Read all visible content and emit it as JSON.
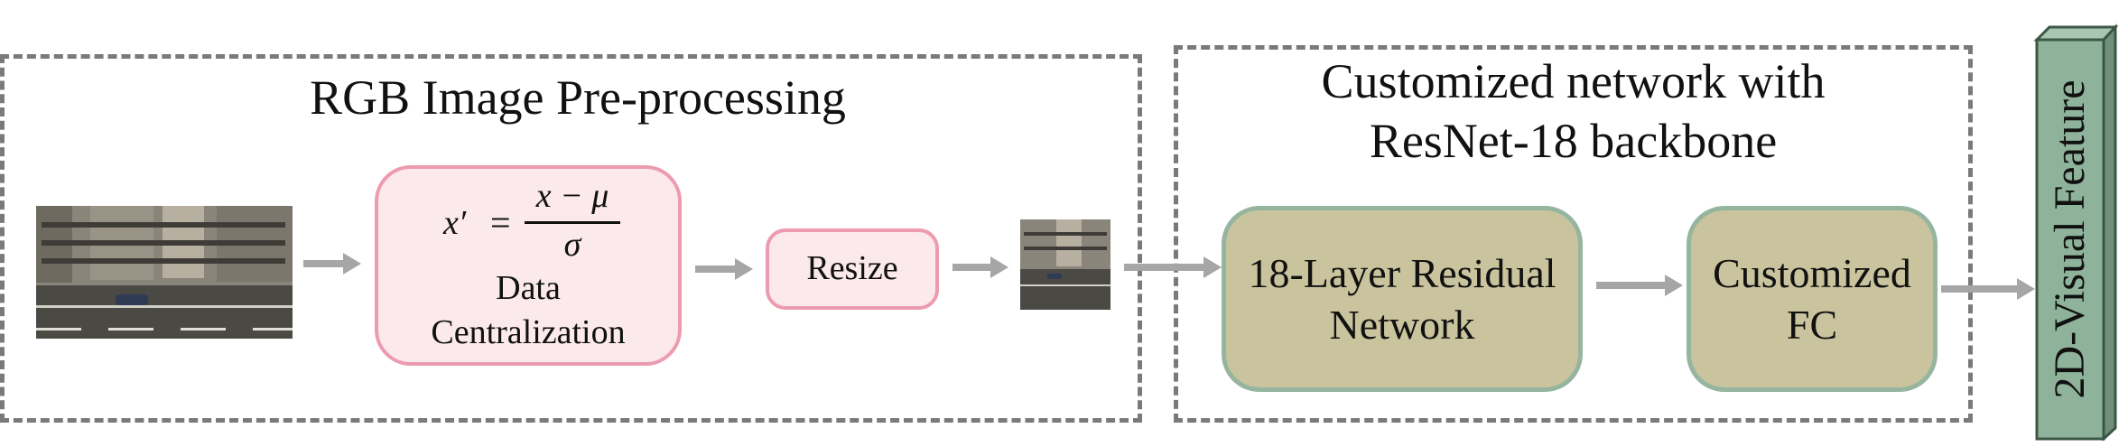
{
  "preprocessing": {
    "title": "RGB Image Pre-processing",
    "formula": {
      "lhs": "x′",
      "equals": "=",
      "numerator": "x − μ",
      "denominator": "σ"
    },
    "centralization_label": [
      "Data",
      "Centralization"
    ],
    "resize_label": "Resize"
  },
  "network": {
    "title": [
      "Customized network with",
      "ResNet-18 backbone"
    ],
    "residual_label": [
      "18-Layer Residual",
      "Network"
    ],
    "fc_label": [
      "Customized",
      "FC"
    ]
  },
  "output": {
    "label": "2D-Visual Feature"
  },
  "colors": {
    "dash_border": "#7a7a7a",
    "pink_fill": "#fbe9ec",
    "pink_border": "#ec9bb0",
    "green_fill": "#c9c49d",
    "green_border": "#96b59f",
    "arrow": "#a6a6a6",
    "feature_front": "#8fb39a",
    "feature_side": "#6f8f78"
  }
}
